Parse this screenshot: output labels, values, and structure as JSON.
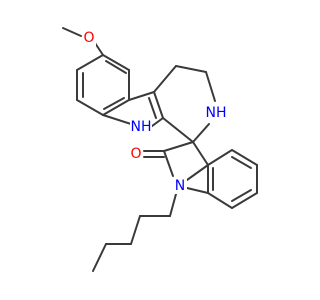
{
  "molecule": {
    "atom_labels": {
      "methoxy_o": "O",
      "indole_nh": "NH",
      "amine_nh": "NH",
      "amide_n": "N",
      "carbonyl_o": "O"
    },
    "colors": {
      "bond": "#3a3a3a",
      "oxygen": "#ff0000",
      "nitrogen": "#0000ff",
      "background": "#ffffff"
    }
  }
}
